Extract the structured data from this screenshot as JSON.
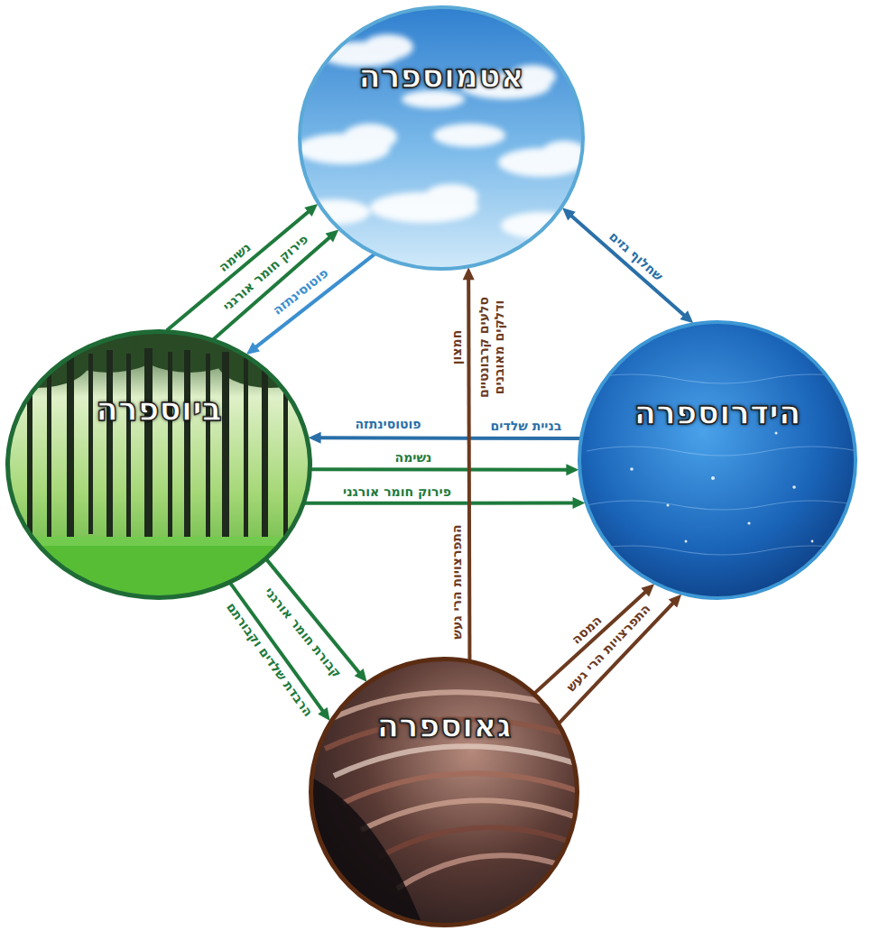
{
  "diagram": {
    "nodes": [
      {
        "text": [
          "אטמוספרה"
        ]
      },
      {
        "text": [
          "ביוספרה"
        ]
      },
      {
        "text": [
          "הידרוספרה"
        ]
      },
      {
        "text": [
          "גאוספרה"
        ]
      }
    ],
    "edges": [
      {
        "from": 1,
        "to": 0,
        "arrow": "to",
        "label": "נשימה"
      },
      {
        "from": 1,
        "to": 0,
        "arrow": "to",
        "label": "פירוק חומר אורגני"
      },
      {
        "from": 0,
        "to": 1,
        "arrow": "to",
        "label": "פוטוסינתזה"
      },
      {
        "from": 0,
        "to": 2,
        "arrow": "both",
        "label": "שחלוף גזים"
      },
      {
        "from": 2,
        "to": 1,
        "arrow": "to",
        "label": "בניית שלדים"
      },
      {
        "from": 1,
        "to": 2,
        "arrow": "to",
        "label": "נשימה"
      },
      {
        "from": 1,
        "to": 2,
        "arrow": "to",
        "label": "פירוק חומר אורגני"
      },
      {
        "from": 1,
        "to": 3,
        "arrow": "to",
        "label": "קבורת חומר אורגני"
      },
      {
        "from": 1,
        "to": 3,
        "arrow": "to",
        "label": "הרבדת שלדים וקבורתם"
      },
      {
        "from": 3,
        "to": 0,
        "arrow": "to",
        "label": "התפרצויות הרי געש"
      },
      {
        "from": 3,
        "to": 2,
        "arrow": "to",
        "label": "המסה"
      },
      {
        "from": 3,
        "to": 2,
        "arrow": "to",
        "label": "התפרצויות הרי געש"
      }
    ],
    "labels": [
      "פוטוסינתזה",
      "חמצון",
      "סלעים קרבונטיים ודלקים מאובנים"
    ]
  }
}
